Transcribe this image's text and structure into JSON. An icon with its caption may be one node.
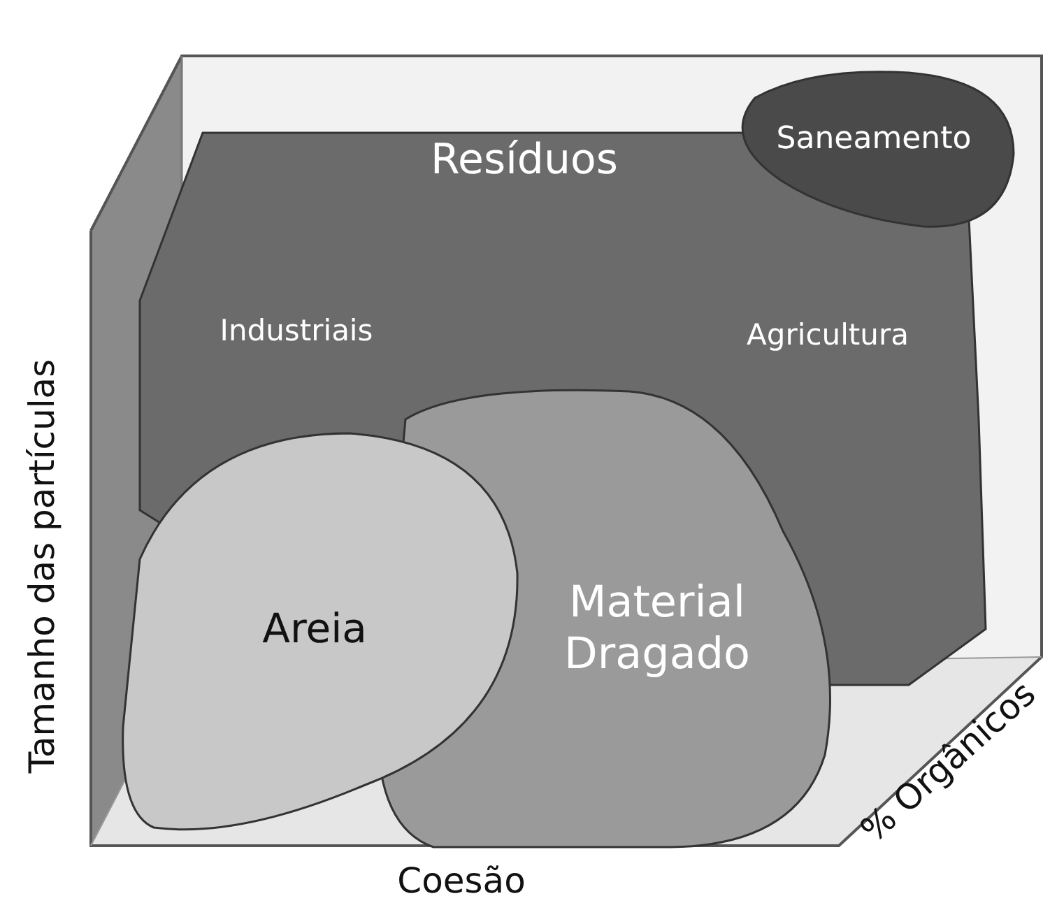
{
  "diagram": {
    "nodes": [
      {
        "text": [
          "Resíduos",
          "Industriais",
          "Agricultura"
        ]
      },
      {
        "text": [
          "Saneamento"
        ]
      },
      {
        "text": [
          "Material Dragado"
        ]
      },
      {
        "text": [
          "Areia"
        ]
      }
    ],
    "labels": [
      "Tamanho das partículas",
      "Coesão",
      "% Orgânicos"
    ]
  }
}
